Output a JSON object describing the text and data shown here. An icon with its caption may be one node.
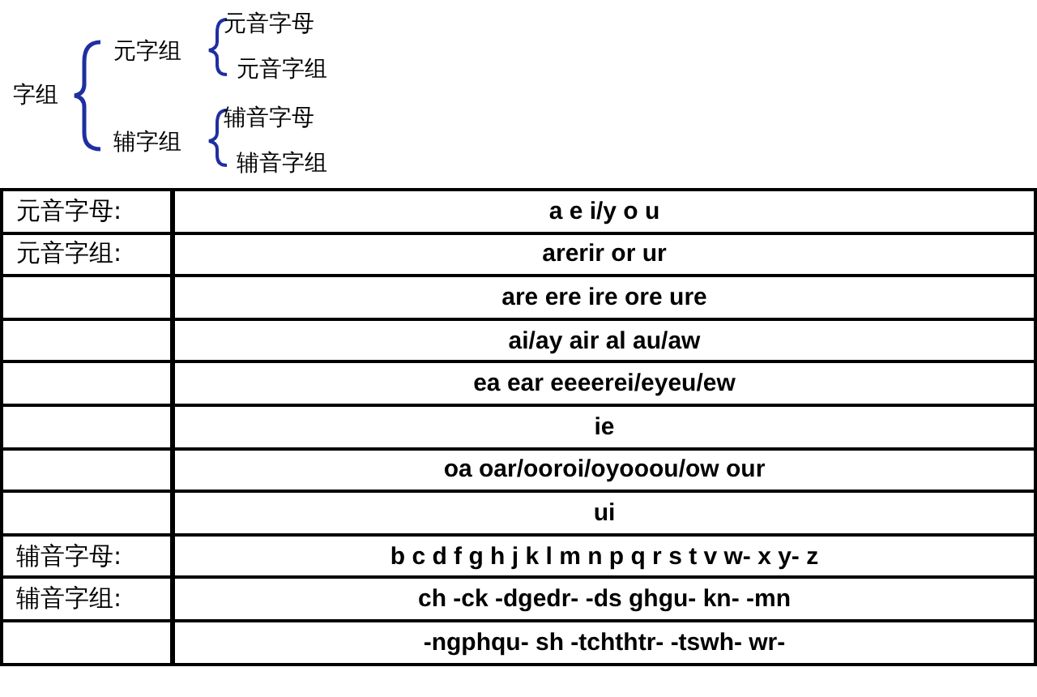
{
  "diagram": {
    "labels": [
      "字组",
      "元字组",
      "元音字母",
      "元音字组",
      "辅字组",
      "辅音字母",
      "辅音字组",
      "元音字母:",
      "a e i/y o u",
      "元音字组:",
      "arerir or ur",
      "are ere ire ore ure",
      "ai/ay air al au/aw",
      "ea ear eeeerei/eyeu/ew",
      "ie",
      "oa oar/ooroi/oyooou/ow our",
      "ui",
      "辅音字母:",
      "b c d f g h j k l m n p q r s t v w- x y- z",
      "辅音字组:",
      "ch -ck -dgedr- -ds ghgu- kn- -mn",
      "-ngphqu- sh -tchthtr- -tswh- wr-"
    ]
  }
}
